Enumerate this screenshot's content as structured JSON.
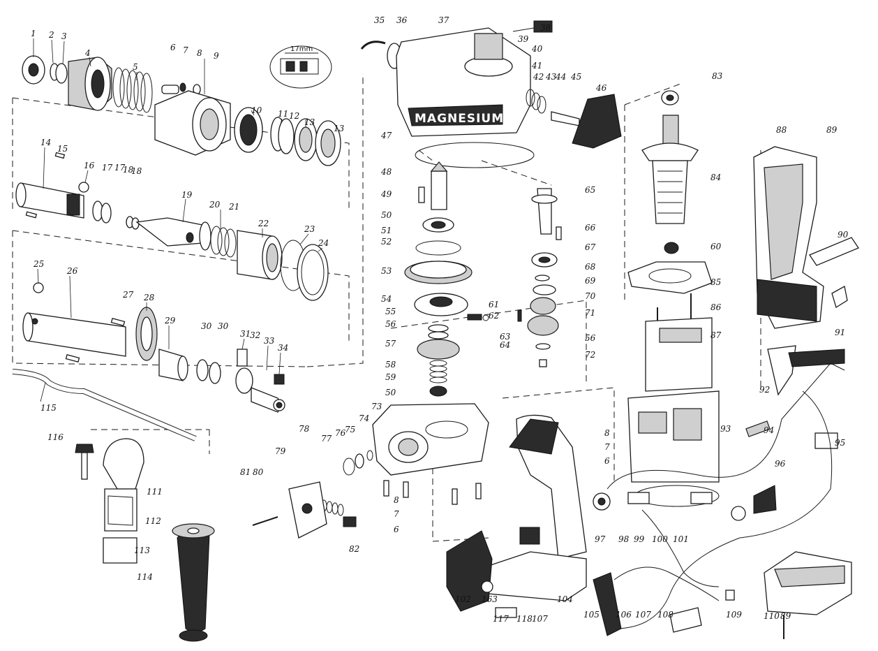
{
  "brand_label": "MAGNESIUM",
  "inset_label": "17mm",
  "part_numbers": [
    "1",
    "2",
    "3",
    "4",
    "5",
    "6",
    "7",
    "8",
    "9",
    "10",
    "11",
    "12",
    "13",
    "13",
    "14",
    "15",
    "16",
    "17",
    "17",
    "18",
    "18",
    "19",
    "20",
    "21",
    "22",
    "23",
    "24",
    "25",
    "26",
    "27",
    "28",
    "29",
    "30",
    "30",
    "31",
    "32",
    "33",
    "34",
    "35",
    "36",
    "37",
    "38",
    "39",
    "40",
    "41",
    "42",
    "43",
    "44",
    "45",
    "46",
    "47",
    "48",
    "49",
    "50",
    "51",
    "52",
    "53",
    "54",
    "55",
    "56",
    "57",
    "58",
    "59",
    "50",
    "61",
    "62",
    "63",
    "64",
    "65",
    "66",
    "67",
    "68",
    "69",
    "70",
    "71",
    "56",
    "72",
    "73",
    "74",
    "75",
    "76",
    "77",
    "78",
    "79",
    "80",
    "81",
    "82",
    "8",
    "7",
    "6",
    "83",
    "84",
    "60",
    "85",
    "86",
    "87",
    "88",
    "89",
    "90",
    "91",
    "92",
    "93",
    "8",
    "7",
    "6",
    "94",
    "95",
    "96",
    "97",
    "98",
    "99",
    "100",
    "101",
    "102",
    "163",
    "117",
    "118",
    "107",
    "104",
    "105",
    "106",
    "107",
    "108",
    "109",
    "110",
    "89",
    "115",
    "116",
    "111",
    "112",
    "113",
    "114"
  ]
}
